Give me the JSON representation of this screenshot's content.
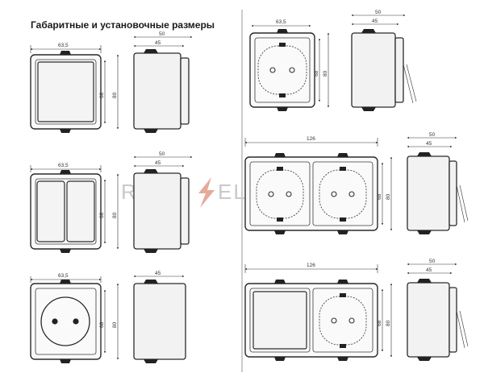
{
  "title": "Габаритные и установочные размеры",
  "watermark": {
    "left": "ROS",
    "right": "ELECTRIC"
  },
  "dims": {
    "w63": "63,5",
    "h68": "68",
    "h80": "80",
    "d50": "50",
    "d45": "45",
    "w126": "126"
  },
  "colors": {
    "outline": "#2a2a2a",
    "watermark": "#c9c9c9",
    "bolt": "#e6a99a"
  }
}
